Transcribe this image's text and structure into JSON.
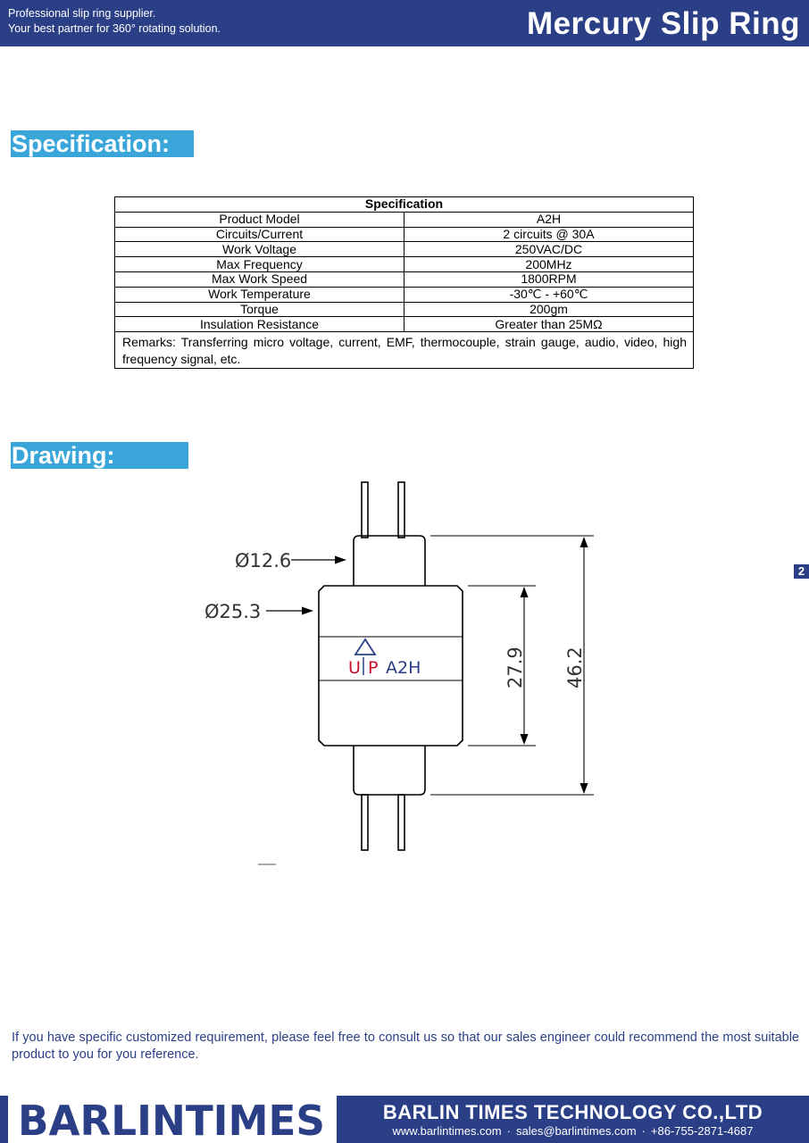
{
  "header": {
    "tagline_1": "Professional slip ring supplier.",
    "tagline_2": "Your best partner for 360° rotating solution.",
    "title": "Mercury Slip Ring"
  },
  "sections": {
    "specification": "Specification:",
    "drawing": "Drawing:"
  },
  "spec_table": {
    "heading": "Specification",
    "rows": [
      {
        "label": "Product Model",
        "value": "A2H"
      },
      {
        "label": "Circuits/Current",
        "value": "2 circuits @ 30A"
      },
      {
        "label": "Work Voltage",
        "value": "250VAC/DC"
      },
      {
        "label": "Max Frequency",
        "value": "200MHz"
      },
      {
        "label": "Max Work Speed",
        "value": "1800RPM"
      },
      {
        "label": "Work Temperature",
        "value": "-30℃ - +60℃"
      },
      {
        "label": "Torque",
        "value": "200gm"
      },
      {
        "label": "Insulation Resistance",
        "value": "Greater than 25MΩ"
      }
    ],
    "remarks": "Remarks: Transferring micro voltage, current, EMF, thermocouple, strain gauge, audio, video, high frequency signal, etc."
  },
  "drawing": {
    "dim_small_dia": "Ø12.6",
    "dim_large_dia": "Ø25.3",
    "dim_body_height": "27.9",
    "dim_total_height": "46.2",
    "logo_u": "U",
    "logo_p": "P",
    "model_label": "A2H",
    "colors": {
      "line": "#000000",
      "logo_red": "#c8102e",
      "logo_blue": "#2b3f86"
    }
  },
  "page_number": "2",
  "bottom_note": "If you have specific customized requirement, please feel free to consult us so that our sales engineer could recommend the most suitable product to you for you reference.",
  "footer": {
    "logo_text": "BARLINTIMES",
    "company": "BARLIN TIMES TECHNOLOGY CO.,LTD",
    "website": "www.barlintimes.com",
    "email": "sales@barlintimes.com",
    "phone": "+86-755-2871-4687",
    "separator": "·"
  },
  "colors": {
    "brand_blue": "#2b3f86",
    "section_cyan": "#39a5d8"
  }
}
